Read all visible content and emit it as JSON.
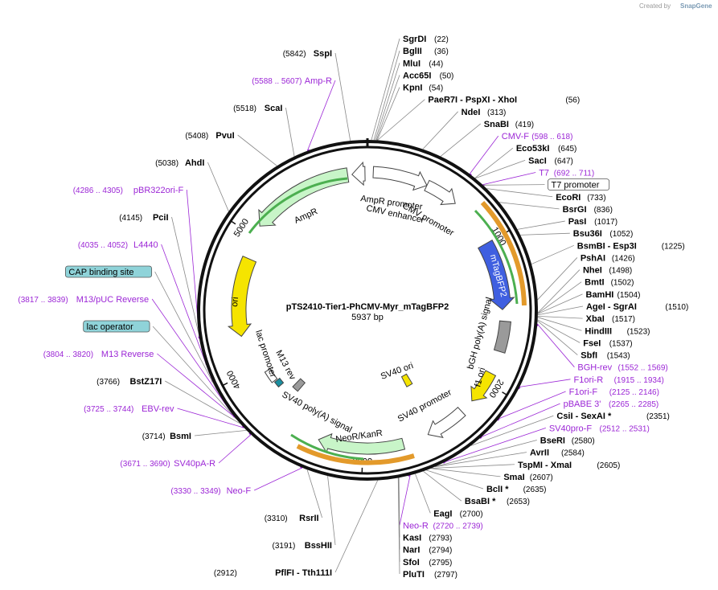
{
  "credit": {
    "created_by": "Created by",
    "brand": "SnapGene"
  },
  "plasmid": {
    "name": "pTS2410-Tier1-PhCMV-Myr_mTagBFP2",
    "length": "5937 bp",
    "total_bp": 5937
  },
  "ticks": [
    {
      "label": "1000",
      "pos": 1000
    },
    {
      "label": "2000",
      "pos": 2000
    },
    {
      "label": "3000",
      "pos": 3000
    },
    {
      "label": "4000",
      "pos": 4000
    },
    {
      "label": "5000",
      "pos": 5000
    }
  ],
  "features": [
    {
      "id": "mtagbfp2",
      "label": "mTagBFP2",
      "start": 1000,
      "end": 1480,
      "ring": 168,
      "width": 20,
      "color": "#3f5fe0",
      "strand": 1,
      "label_inside": true
    },
    {
      "id": "bgh",
      "label": "bGH poly(A) signal",
      "start": 1560,
      "end": 1770,
      "ring": 172,
      "width": 14,
      "color": "#9a9a9a",
      "strand": 0
    },
    {
      "id": "f1ori",
      "label": "f1 ori",
      "start": 1930,
      "end": 2160,
      "ring": 172,
      "width": 14,
      "color": "#f5e400",
      "strand": 1
    },
    {
      "id": "sv40prom",
      "label": "SV40 promoter",
      "start": 2260,
      "end": 2540,
      "ring": 172,
      "width": 14,
      "color": "#ffffff",
      "strand": 1
    },
    {
      "id": "neor",
      "label": "NeoR/KanR",
      "start": 2720,
      "end": 3310,
      "ring": 172,
      "width": 14,
      "color": "#c8f5c8",
      "strand": 1
    },
    {
      "id": "sv40polya",
      "label": "SV40 poly(A) signal",
      "start": 3640,
      "end": 3700,
      "ring": 126,
      "width": 14,
      "color": "#9a9a9a",
      "strand": 0
    },
    {
      "id": "ori",
      "label": "ori",
      "start": 4260,
      "end": 4840,
      "ring": 160,
      "width": 18,
      "color": "#f5e400",
      "strand": -1
    },
    {
      "id": "ampr",
      "label": "AmpR",
      "start": 5080,
      "end": 5800,
      "ring": 170,
      "width": 18,
      "color": "#c8f5c8",
      "strand": -1
    },
    {
      "id": "amprprom",
      "label": "AmpR promoter",
      "start": 5830,
      "end": 5920,
      "ring": 170,
      "width": 18,
      "color": "#ffffff",
      "strand": -1
    },
    {
      "id": "cmvenh",
      "label": "CMV enhancer",
      "start": 40,
      "end": 420,
      "ring": 172,
      "width": 14,
      "color": "#ffffff",
      "strand": 1
    },
    {
      "id": "cmvprom",
      "label": "CMV promoter",
      "start": 420,
      "end": 650,
      "ring": 172,
      "width": 14,
      "color": "#ffffff",
      "strand": 1
    },
    {
      "id": "sv40ori",
      "label": "SV40 ori",
      "start": 2450,
      "end": 2520,
      "ring": 100,
      "width": 14,
      "color": "#f5e400",
      "strand": 0
    },
    {
      "id": "m13rev",
      "label": "M13 rev",
      "start": 3780,
      "end": 3830,
      "ring": 142,
      "width": 8,
      "color": "#1a8fa0",
      "strand": 0
    },
    {
      "id": "lacprom",
      "label": "lac promoter",
      "start": 3840,
      "end": 3940,
      "ring": 145,
      "width": 8,
      "color": "#ffffff",
      "strand": 0
    }
  ],
  "inner_labels": [
    {
      "key": "ampr_prom",
      "text": "AmpR promoter"
    },
    {
      "key": "cmv_enh",
      "text": "CMV enhancer"
    },
    {
      "key": "cmv_prom",
      "text": "CMV promoter"
    },
    {
      "key": "ampr",
      "text": "AmpR"
    },
    {
      "key": "ori",
      "text": "ori"
    },
    {
      "key": "bgh",
      "text": "bGH poly(A) signal"
    },
    {
      "key": "f1ori",
      "text": "f1 ori"
    },
    {
      "key": "sv40ori",
      "text": "SV40 ori"
    },
    {
      "key": "sv40prom",
      "text": "SV40 promoter"
    },
    {
      "key": "neor",
      "text": "NeoR/KanR"
    },
    {
      "key": "sv40polya",
      "text": "SV40 poly(A) signal"
    },
    {
      "key": "lacprom",
      "text": "lac promoter"
    },
    {
      "key": "m13rev",
      "text": "M13 rev"
    }
  ],
  "enzyme_labels": {
    "right": [
      {
        "name": "SgrDI",
        "pos": "(22)",
        "bp": 22
      },
      {
        "name": "BglII",
        "pos": "(36)",
        "bp": 36
      },
      {
        "name": "MluI",
        "pos": "(44)",
        "bp": 44
      },
      {
        "name": "Acc65I",
        "pos": "(50)",
        "bp": 50
      },
      {
        "name": "KpnI",
        "pos": "(54)",
        "bp": 54
      },
      {
        "name": "PaeR7I  -  PspXI  -  XhoI",
        "pos": "(56)",
        "bp": 56
      },
      {
        "name": "NdeI",
        "pos": "(313)",
        "bp": 313
      },
      {
        "name": "SnaBI",
        "pos": "(419)",
        "bp": 419
      },
      {
        "name": "CMV-F",
        "pos": "(598 .. 618)",
        "bp": 608,
        "primer": true
      },
      {
        "name": "Eco53kI",
        "pos": "(645)",
        "bp": 645
      },
      {
        "name": "SacI",
        "pos": "(647)",
        "bp": 647
      },
      {
        "name": "T7",
        "pos": "(692 .. 711)",
        "bp": 701,
        "primer": true
      },
      {
        "name": "T7 promoter",
        "pos": "",
        "bp": 705,
        "boxed": true,
        "box_color": "#ffffff"
      },
      {
        "name": "EcoRI",
        "pos": "(733)",
        "bp": 733
      },
      {
        "name": "BsrGI",
        "pos": "(836)",
        "bp": 836
      },
      {
        "name": "PasI",
        "pos": "(1017)",
        "bp": 1017
      },
      {
        "name": "Bsu36I",
        "pos": "(1052)",
        "bp": 1052
      },
      {
        "name": "BsmBI  -  Esp3I",
        "pos": "(1225)",
        "bp": 1225
      },
      {
        "name": "PshAI",
        "pos": "(1426)",
        "bp": 1426
      },
      {
        "name": "NheI",
        "pos": "(1498)",
        "bp": 1498
      },
      {
        "name": "BmtI",
        "pos": "(1502)",
        "bp": 1502
      },
      {
        "name": "BamHI",
        "pos": "(1504)",
        "bp": 1504
      },
      {
        "name": "AgeI  -  SgrAI",
        "pos": "(1510)",
        "bp": 1510
      },
      {
        "name": "XbaI",
        "pos": "(1517)",
        "bp": 1517
      },
      {
        "name": "HindIII",
        "pos": "(1523)",
        "bp": 1523
      },
      {
        "name": "FseI",
        "pos": "(1537)",
        "bp": 1537
      },
      {
        "name": "SbfI",
        "pos": "(1543)",
        "bp": 1543
      },
      {
        "name": "BGH-rev",
        "pos": "(1552 .. 1569)",
        "bp": 1560,
        "primer": true
      },
      {
        "name": "F1ori-R",
        "pos": "(1915 .. 1934)",
        "bp": 1925,
        "primer": true
      },
      {
        "name": "F1ori-F",
        "pos": "(2125 .. 2146)",
        "bp": 2135,
        "primer": true
      },
      {
        "name": "pBABE 3'",
        "pos": "(2265 .. 2285)",
        "bp": 2275,
        "primer": true
      },
      {
        "name": "CsiI  -  SexAI *",
        "pos": "(2351)",
        "bp": 2351
      },
      {
        "name": "SV40pro-F",
        "pos": "(2512 .. 2531)",
        "bp": 2521,
        "primer": true
      },
      {
        "name": "BseRI",
        "pos": "(2580)",
        "bp": 2580
      },
      {
        "name": "AvrII",
        "pos": "(2584)",
        "bp": 2584
      },
      {
        "name": "TspMI  -  XmaI",
        "pos": "(2605)",
        "bp": 2605
      },
      {
        "name": "SmaI",
        "pos": "(2607)",
        "bp": 2607
      },
      {
        "name": "BclI *",
        "pos": "(2635)",
        "bp": 2635
      },
      {
        "name": "BsaBI *",
        "pos": "(2653)",
        "bp": 2653
      },
      {
        "name": "EagI",
        "pos": "(2700)",
        "bp": 2700
      },
      {
        "name": "Neo-R",
        "pos": "(2720 .. 2739)",
        "bp": 2729,
        "primer": true
      },
      {
        "name": "KasI",
        "pos": "(2793)",
        "bp": 2793
      },
      {
        "name": "NarI",
        "pos": "(2794)",
        "bp": 2794
      },
      {
        "name": "SfoI",
        "pos": "(2795)",
        "bp": 2795
      },
      {
        "name": "PluTI",
        "pos": "(2797)",
        "bp": 2797
      }
    ],
    "left": [
      {
        "name": "SspI",
        "pos": "(5842)",
        "bp": 5842
      },
      {
        "name": "Amp-R",
        "pos": "(5588 .. 5607)",
        "bp": 5597,
        "primer": true
      },
      {
        "name": "ScaI",
        "pos": "(5518)",
        "bp": 5518
      },
      {
        "name": "PvuI",
        "pos": "(5408)",
        "bp": 5408
      },
      {
        "name": "AhdI",
        "pos": "(5038)",
        "bp": 5038
      },
      {
        "name": "pBR322ori-F",
        "pos": "(4286 .. 4305)",
        "bp": 4295,
        "primer": true
      },
      {
        "name": "PciI",
        "pos": "(4145)",
        "bp": 4145
      },
      {
        "name": "L4440",
        "pos": "(4035 .. 4052)",
        "bp": 4043,
        "primer": true
      },
      {
        "name": "CAP binding site",
        "pos": "",
        "bp": 3990,
        "boxed": true,
        "box_color": "#8fd3d9"
      },
      {
        "name": "M13/pUC Reverse",
        "pos": "(3817 .. 3839)",
        "bp": 3828,
        "primer": true
      },
      {
        "name": "lac operator",
        "pos": "",
        "bp": 3800,
        "boxed": true,
        "box_color": "#8fd3d9"
      },
      {
        "name": "M13 Reverse",
        "pos": "(3804 .. 3820)",
        "bp": 3812,
        "primer": true
      },
      {
        "name": "BstZ17I",
        "pos": "(3766)",
        "bp": 3766
      },
      {
        "name": "EBV-rev",
        "pos": "(3725 .. 3744)",
        "bp": 3734,
        "primer": true
      },
      {
        "name": "BsmI",
        "pos": "(3714)",
        "bp": 3714
      },
      {
        "name": "SV40pA-R",
        "pos": "(3671 .. 3690)",
        "bp": 3680,
        "primer": true
      },
      {
        "name": "Neo-F",
        "pos": "(3330 .. 3349)",
        "bp": 3339,
        "primer": true
      },
      {
        "name": "RsrII",
        "pos": "(3310)",
        "bp": 3310
      },
      {
        "name": "BssHII",
        "pos": "(3191)",
        "bp": 3191
      },
      {
        "name": "PflFI  -  Tth111I",
        "pos": "(2912)",
        "bp": 2912
      }
    ]
  }
}
